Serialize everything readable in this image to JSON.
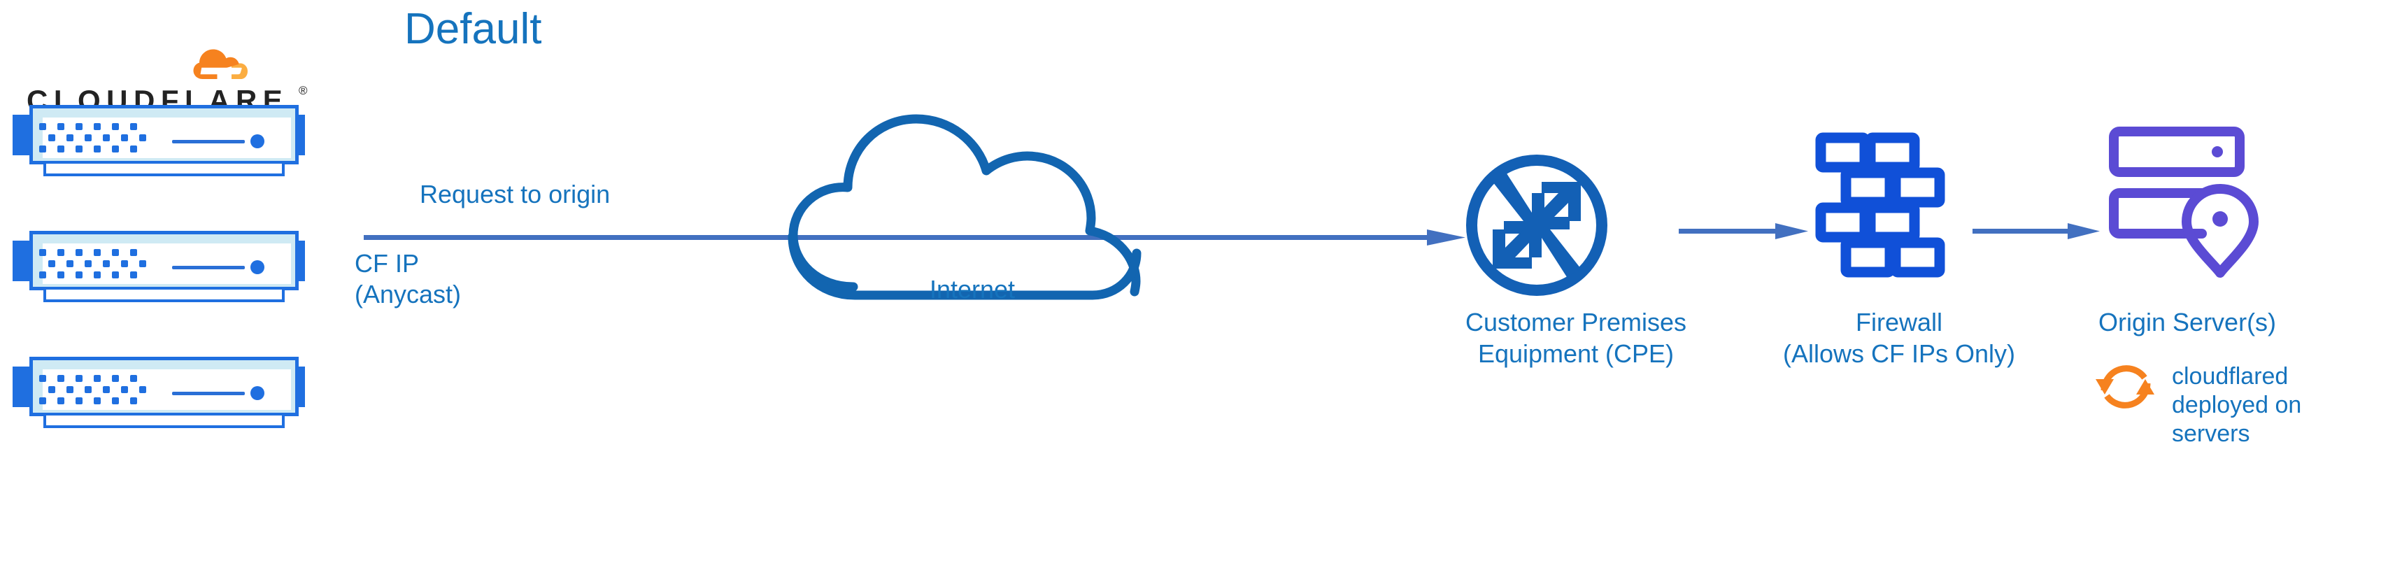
{
  "diagram": {
    "title": "Default",
    "type": "network-architecture-flow"
  },
  "brand": {
    "logo_wordmark": "CLOUDFLARE",
    "logo_registered": "®",
    "logo_icon": "cloudflare-cloud-icon",
    "orange_dark": "#F6821F",
    "orange_light": "#FBAD41",
    "blue_text": "#1573BD",
    "blue_icon": "#1360B5",
    "blue_arrow": "#4270C0",
    "blue_server": "#1F6FE0",
    "server_fill": "#CFEAF4",
    "purple_origin": "#5B4BD4",
    "orange_sync": "#F6821F"
  },
  "nodes": {
    "cloudflare_edge": {
      "name": "Cloudflare edge servers",
      "server_count": 3,
      "icon": "server-rack-icon"
    },
    "internet": {
      "label": "Internet",
      "icon": "cloud-outline-icon"
    },
    "cpe": {
      "label": "Customer Premises\nEquipment (CPE)",
      "icon": "router-circle-arrows-icon"
    },
    "firewall": {
      "label": "Firewall\n(Allows CF IPs Only)",
      "icon": "brick-wall-icon"
    },
    "origin": {
      "label": "Origin Server(s)",
      "icon": "server-location-pin-icon"
    }
  },
  "annotations": {
    "request_to_origin": "Request to origin",
    "cf_ip": "CF IP\n(Anycast)",
    "cloudflared_note": "cloudflared\ndeployed on\nservers",
    "cloudflared_icon": "sync-arrows-icon"
  },
  "edges": [
    {
      "name": "edge-to-cpe",
      "label": "Request to origin",
      "style": "solid-arrow"
    },
    {
      "name": "cpe-to-firewall",
      "label": "",
      "style": "solid-arrow"
    },
    {
      "name": "firewall-to-origin",
      "label": "",
      "style": "solid-arrow"
    }
  ]
}
